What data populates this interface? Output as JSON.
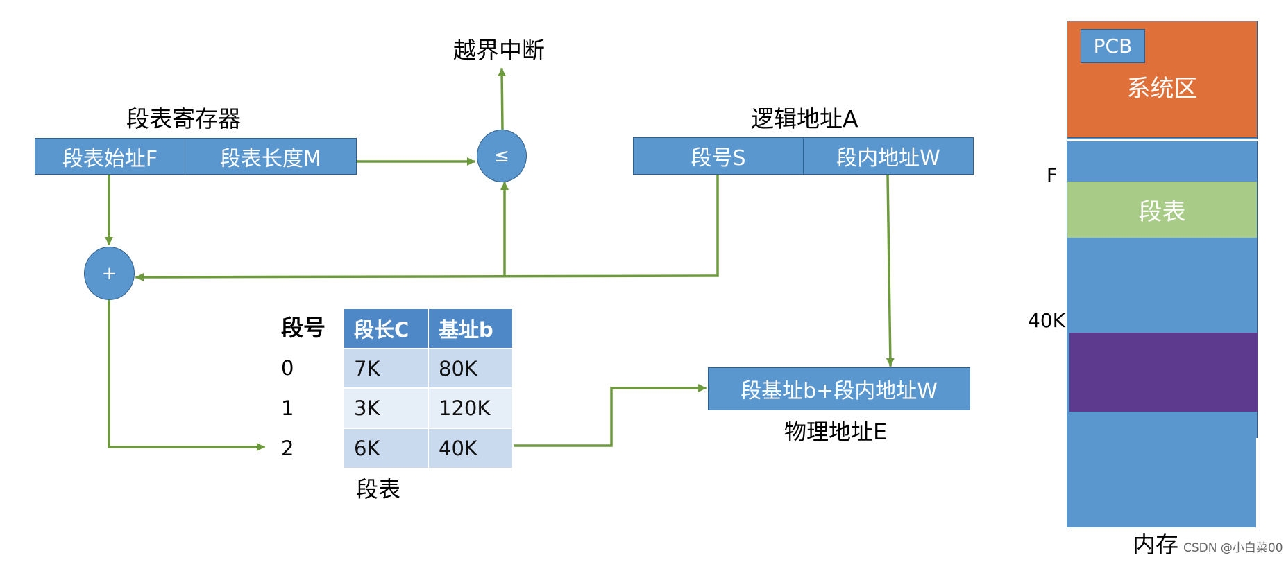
{
  "labels": {
    "overflow_interrupt": "越界中断",
    "segment_table_register": "段表寄存器",
    "logical_address": "逻辑地址A",
    "physical_address": "物理地址E",
    "segment_table_caption": "段表",
    "memory_caption": "内存"
  },
  "register": {
    "start_address": "段表始址F",
    "length": "段表长度M"
  },
  "logical": {
    "segment_no": "段号S",
    "offset": "段内地址W"
  },
  "comparator_symbol": "≤",
  "adder_symbol": "+",
  "physical_formula": "段基址b+段内地址W",
  "segment_table": {
    "headers": [
      "段号",
      "段长C",
      "基址b"
    ],
    "rows": [
      {
        "no": "0",
        "length": "7K",
        "base": "80K"
      },
      {
        "no": "1",
        "length": "3K",
        "base": "120K"
      },
      {
        "no": "2",
        "length": "6K",
        "base": "40K"
      }
    ]
  },
  "memory": {
    "pcb": "PCB",
    "system_area": "系统区",
    "segment_table": "段表",
    "marker_f": "F",
    "marker_40k": "40K"
  },
  "colors": {
    "box_blue": "#5b97cf",
    "arrow_green": "#6e9a3e",
    "system_orange": "#e0703a",
    "segtable_green": "#a8cc88",
    "segment_purple": "#5e3a8f"
  },
  "watermark": "CSDN @小白菜00"
}
